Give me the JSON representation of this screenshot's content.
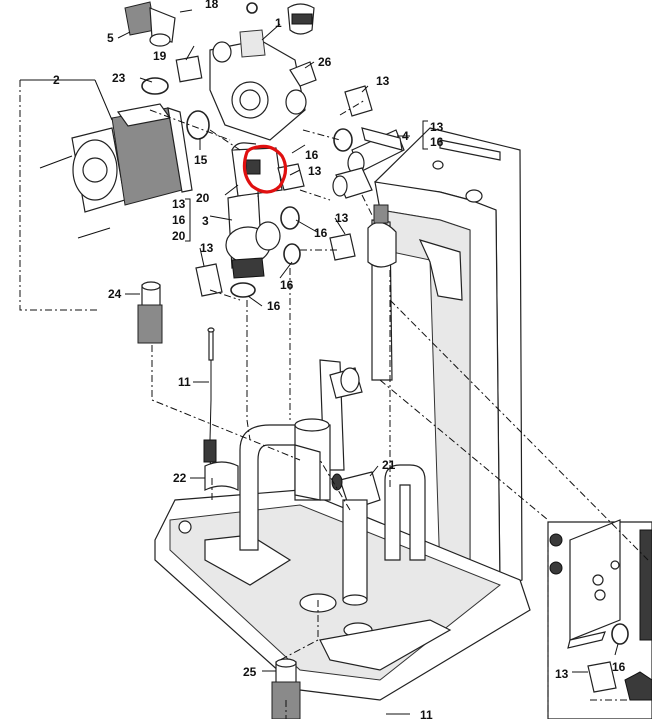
{
  "callouts": {
    "c1": "1",
    "c2": "2",
    "c3": "3",
    "c4": "4",
    "c5": "5",
    "c11a": "11",
    "c11b": "11",
    "c13a": "13",
    "c13b": "13",
    "c13c": "13",
    "c13d": "13",
    "c13e": "13",
    "c15": "15",
    "c16a": "16",
    "c16b": "16",
    "c16c": "16",
    "c16d": "16",
    "c16e": "16",
    "c18": "18",
    "c19": "19",
    "c20": "20",
    "c21": "21",
    "c22": "22",
    "c23": "23",
    "c24": "24",
    "c25": "25",
    "c26": "26"
  },
  "group4": {
    "a": "13",
    "b": "16"
  },
  "group3": {
    "a": "13",
    "b": "16",
    "c": "20"
  },
  "highlight": {
    "color": "#e01010"
  }
}
